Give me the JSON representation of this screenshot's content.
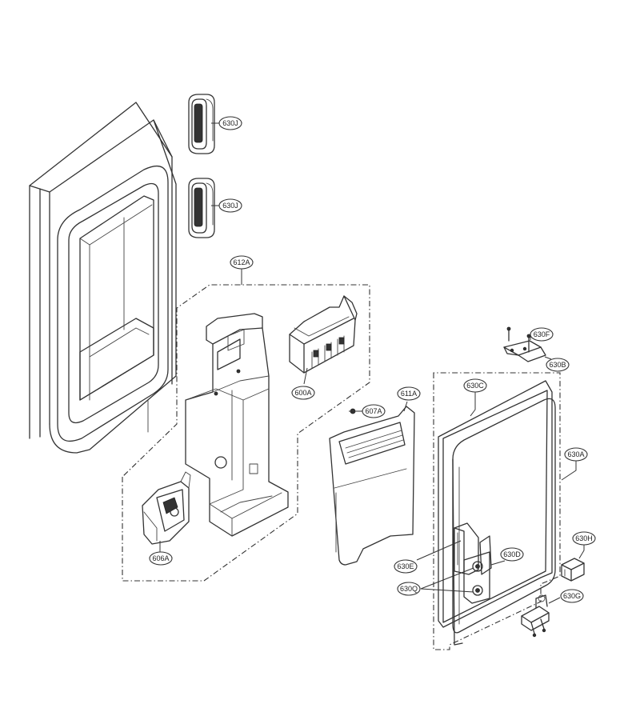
{
  "callouts": [
    {
      "id": "c630J_1",
      "label": "630J"
    },
    {
      "id": "c630J_2",
      "label": "630J"
    },
    {
      "id": "c612A",
      "label": "612A"
    },
    {
      "id": "c600A",
      "label": "600A"
    },
    {
      "id": "c607A",
      "label": "607A"
    },
    {
      "id": "c611A",
      "label": "611A"
    },
    {
      "id": "c606A",
      "label": "606A"
    },
    {
      "id": "c630F",
      "label": "630F"
    },
    {
      "id": "c630B",
      "label": "630B"
    },
    {
      "id": "c630C",
      "label": "630C"
    },
    {
      "id": "c630A",
      "label": "630A"
    },
    {
      "id": "c630H",
      "label": "630H"
    },
    {
      "id": "c630D",
      "label": "630D"
    },
    {
      "id": "c630E",
      "label": "630E"
    },
    {
      "id": "c630Q",
      "label": "630Q"
    },
    {
      "id": "c630G",
      "label": "630G"
    }
  ]
}
